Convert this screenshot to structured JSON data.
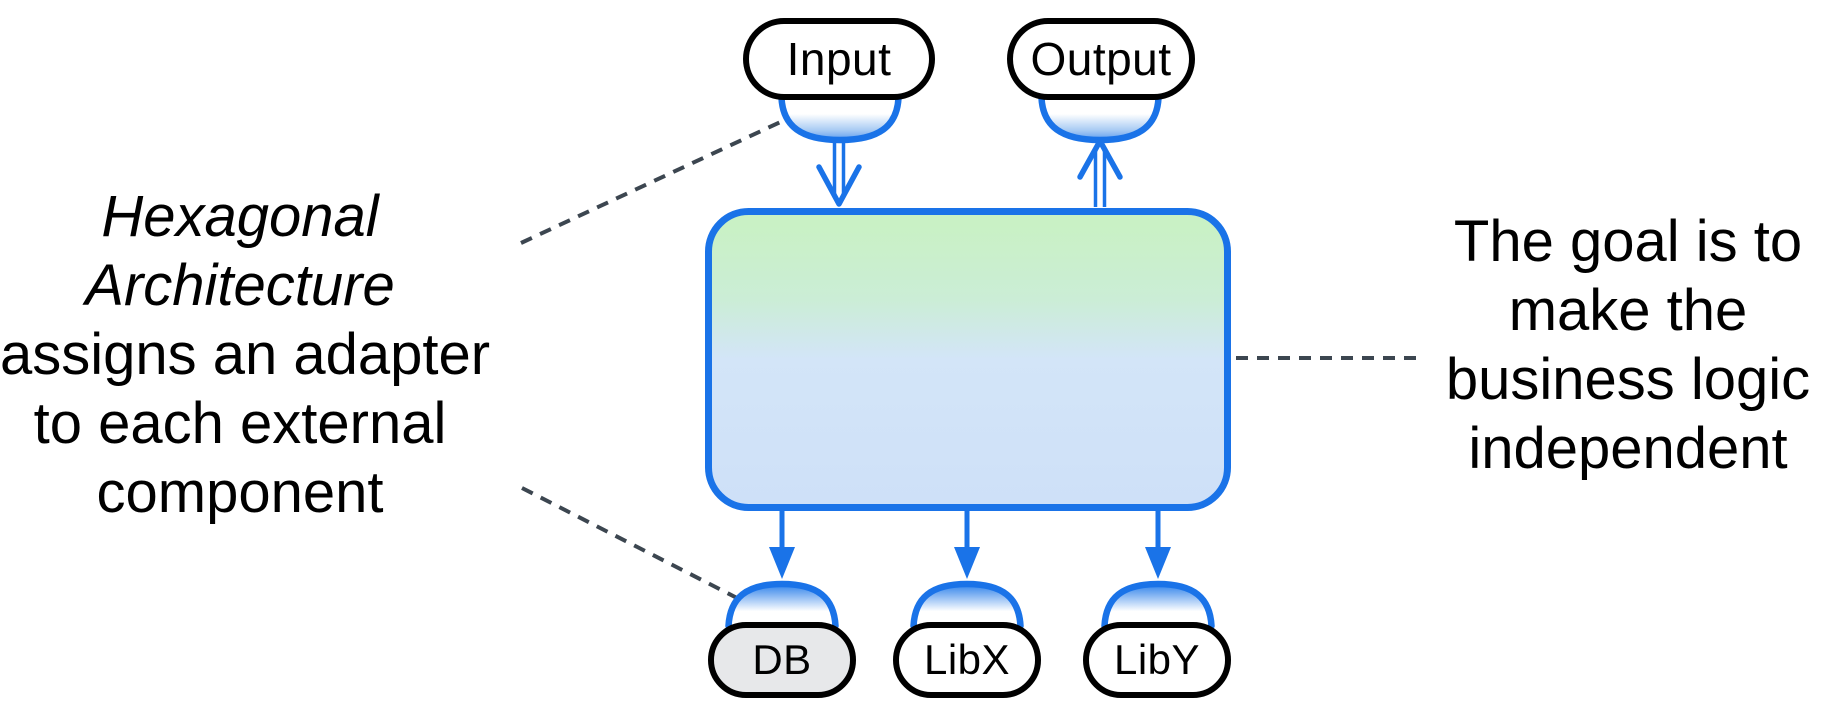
{
  "diagram_title": "Hexagonal Architecture adapters diagram",
  "nodes": {
    "input": {
      "label": "Input"
    },
    "output": {
      "label": "Output"
    },
    "db": {
      "label": "DB"
    },
    "libx": {
      "label": "LibX"
    },
    "liby": {
      "label": "LibY"
    },
    "business_logic_box": {
      "label": ""
    }
  },
  "annotations": {
    "left": {
      "lines": {
        "0": "Hexagonal",
        "1": "Architecture",
        "2": "assigns an adapter",
        "3": "to each external",
        "4": "component"
      }
    },
    "right": {
      "lines": {
        "0": "The goal is to",
        "1": "make the",
        "2": "business logic",
        "3": "independent"
      }
    }
  },
  "colors": {
    "accent_blue": "#1A73E8",
    "node_border_black": "#000000",
    "dashed_line_gray": "#3C4650",
    "box_gradient_top_green": "#C9F1C5",
    "box_gradient_bottom_blue": "#CEE0F8",
    "db_fill_gray": "#E7E8EA",
    "adapter_blue": "#2F83EB"
  }
}
